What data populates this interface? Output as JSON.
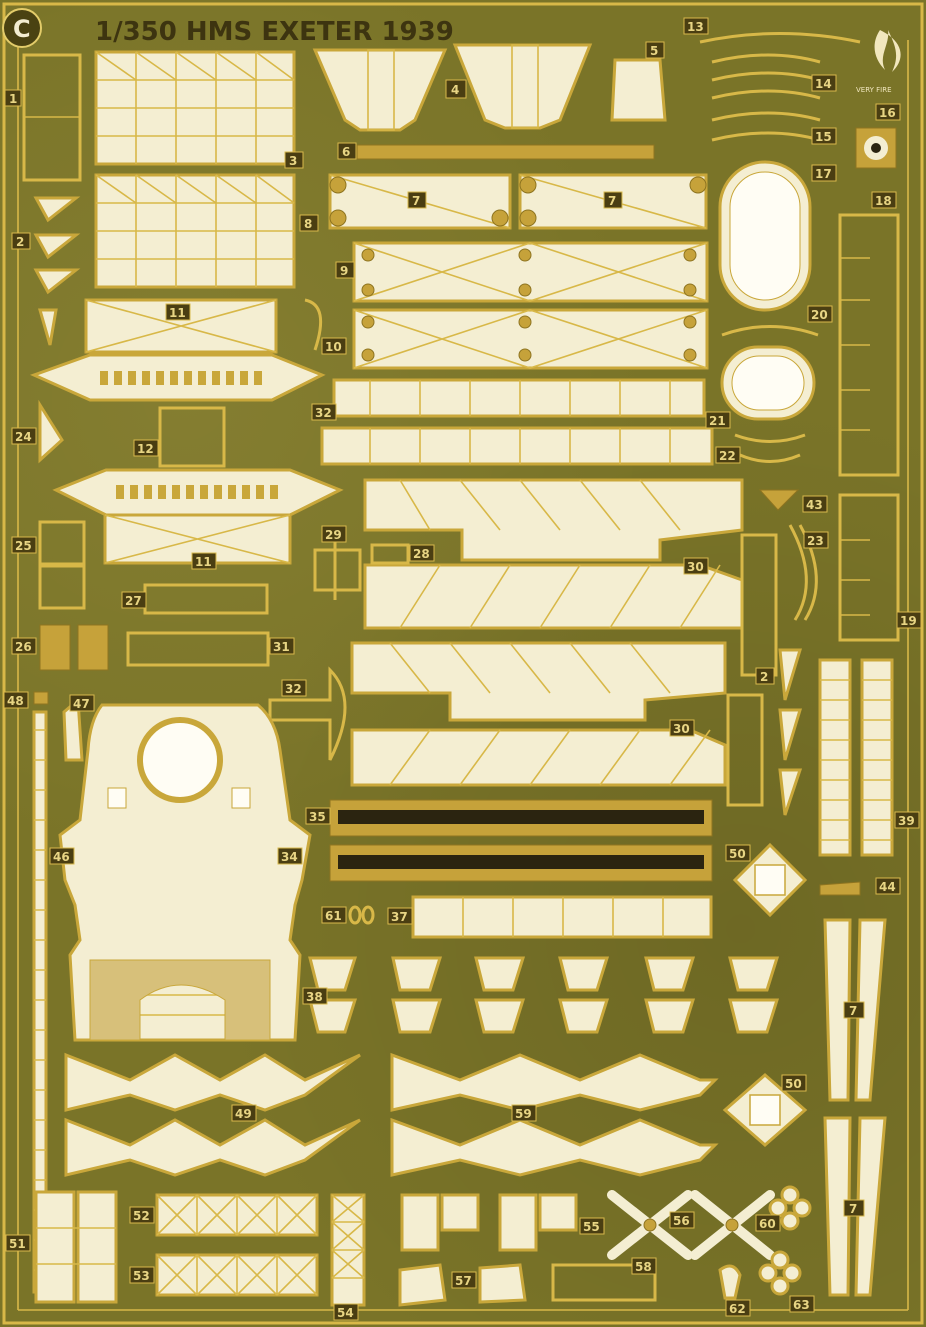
{
  "sheet": {
    "letter": "C",
    "title": "1/350 HMS EXETER 1939",
    "brand": "VERY FIRE"
  },
  "part_numbers": [
    "1",
    "2",
    "3",
    "4",
    "5",
    "6",
    "7",
    "8",
    "9",
    "10",
    "11",
    "12",
    "13",
    "14",
    "15",
    "16",
    "17",
    "18",
    "19",
    "20",
    "21",
    "22",
    "23",
    "24",
    "25",
    "26",
    "27",
    "28",
    "29",
    "30",
    "31",
    "32",
    "34",
    "35",
    "37",
    "38",
    "39",
    "43",
    "44",
    "46",
    "47",
    "48",
    "49",
    "50",
    "51",
    "52",
    "53",
    "54",
    "55",
    "56",
    "57",
    "58",
    "59",
    "60",
    "61",
    "62",
    "63"
  ],
  "colors": {
    "brass": "#7a7428",
    "etch": "#f4eed2",
    "frame": "#d8b848"
  }
}
